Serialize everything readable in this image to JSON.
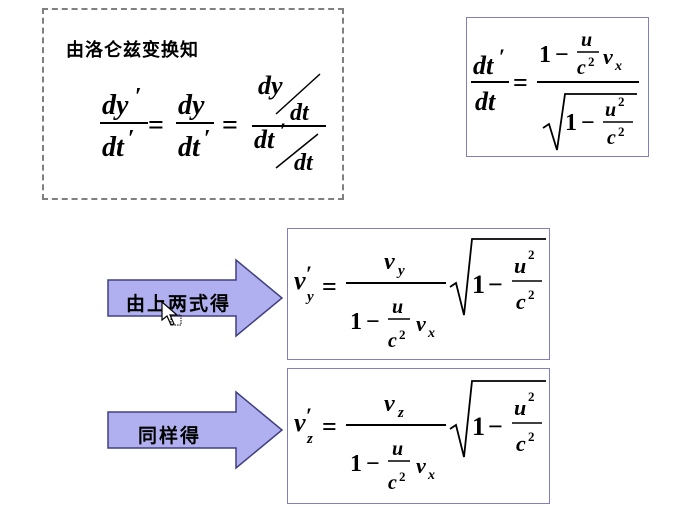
{
  "intro": {
    "text": "由洛仑兹变换知"
  },
  "arrows": {
    "first_label": "由上两式得",
    "second_label": "同样得"
  },
  "colors": {
    "arrow_fill": "#b0b0f0",
    "arrow_stroke": "#404080",
    "frame_border": "#8080c0",
    "dashed_border": "#808080"
  },
  "icons": {
    "cursor": "mouse-pointer-icon"
  }
}
